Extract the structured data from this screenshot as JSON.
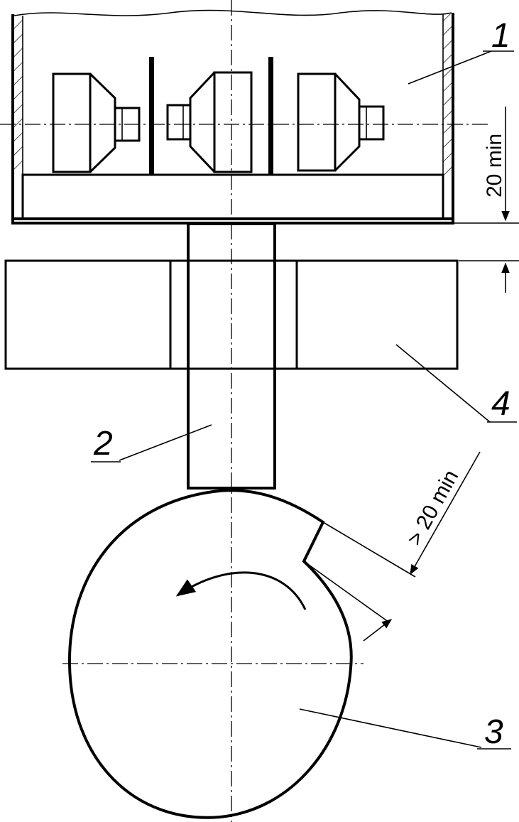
{
  "labels": {
    "drum": "1",
    "pusher": "2",
    "cam": "3",
    "guide": "4"
  },
  "dimensions": {
    "clearance": "20 min",
    "cam_step": "> 20 min"
  }
}
